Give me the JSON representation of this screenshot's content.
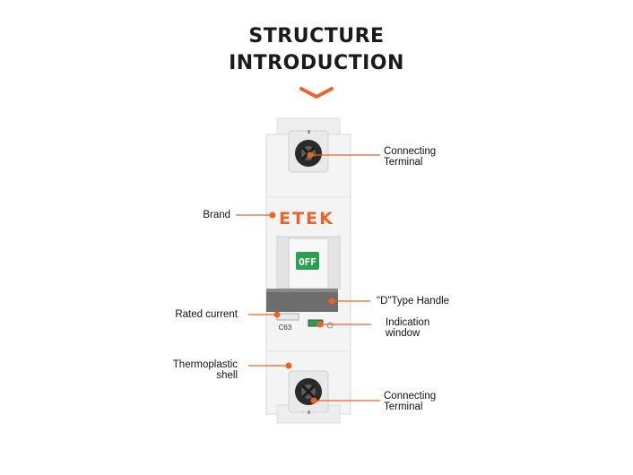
{
  "header": {
    "title_line1": "STRUCTURE",
    "title_line2": "INTRODUCTION",
    "chevron_icon": "chevron-down-icon"
  },
  "device": {
    "brand_logo": "ETEK",
    "handle_state": "OFF",
    "rating_text": "C63"
  },
  "callouts": {
    "top_terminal_line1": "Connecting",
    "top_terminal_line2": "Terminal",
    "brand": "Brand",
    "handle": "\"D\"Type Handle",
    "rated_current": "Rated current",
    "indication_line1": "Indication",
    "indication_line2": "window",
    "shell_line1": "Thermoplastic",
    "shell_line2": "shell",
    "bottom_terminal_line1": "Connecting",
    "bottom_terminal_line2": "Terminal"
  },
  "colors": {
    "accent": "#e8642a",
    "handle_green": "#2e9e55",
    "body": "#f3f3f3",
    "handle_dark": "#6d6d6d"
  }
}
